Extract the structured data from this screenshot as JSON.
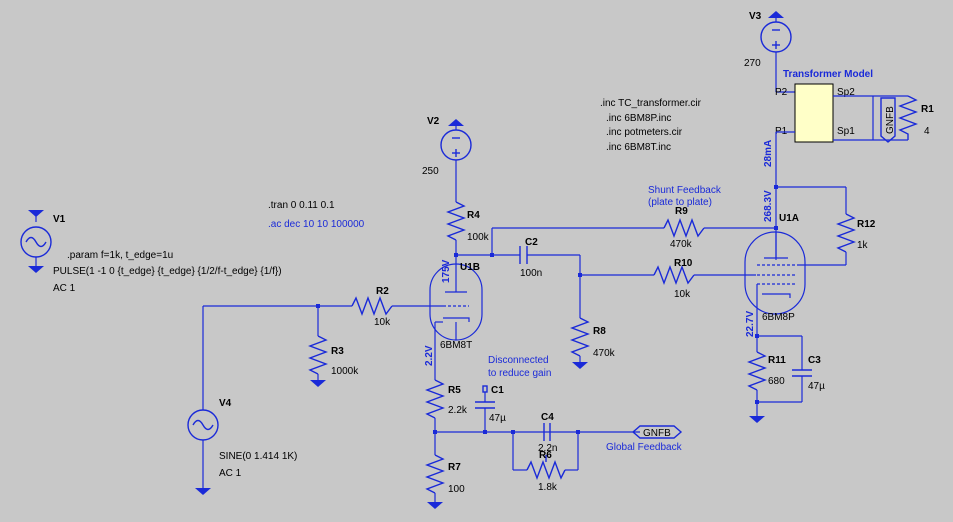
{
  "components": {
    "v1": {
      "name": "V1",
      "value": "PULSE(1 -1 0 {t_edge} {t_edge} {1/2/f-t_edge} {1/f})",
      "ac": "AC 1"
    },
    "v2": {
      "name": "V2",
      "value": "250"
    },
    "v3": {
      "name": "V3",
      "value": "270"
    },
    "v4": {
      "name": "V4",
      "value": "SINE(0 1.414 1K)",
      "ac": "AC 1"
    },
    "r1": {
      "name": "R1",
      "value": "4"
    },
    "r2": {
      "name": "R2",
      "value": "10k"
    },
    "r3": {
      "name": "R3",
      "value": "1000k"
    },
    "r4": {
      "name": "R4",
      "value": "100k"
    },
    "r5": {
      "name": "R5",
      "value": "2.2k"
    },
    "r6": {
      "name": "R6",
      "value": "1.8k"
    },
    "r7": {
      "name": "R7",
      "value": "100"
    },
    "r8": {
      "name": "R8",
      "value": "470k"
    },
    "r9": {
      "name": "R9",
      "value": "470k"
    },
    "r10": {
      "name": "R10",
      "value": "10k"
    },
    "r11": {
      "name": "R11",
      "value": "680"
    },
    "r12": {
      "name": "R12",
      "value": "1k"
    },
    "c1": {
      "name": "C1",
      "value": "47µ"
    },
    "c2": {
      "name": "C2",
      "value": "100n"
    },
    "c3": {
      "name": "C3",
      "value": "47µ"
    },
    "c4": {
      "name": "C4",
      "value": "2.2n"
    },
    "u1a": {
      "name": "U1A",
      "model": "6BM8P"
    },
    "u1b": {
      "name": "U1B",
      "model": "6BM8T"
    }
  },
  "directives": {
    "param": ".param f=1k, t_edge=1u",
    "tran": ".tran 0 0.11 0.1",
    "ac": ".ac dec 10 10 100000",
    "inc1": ".inc TC_transformer.cir",
    "inc2": ".inc 6BM8P.inc",
    "inc3": ".inc potmeters.cir",
    "inc4": ".inc 6BM8T.inc"
  },
  "annotations": {
    "transformer_model": "Transformer Model",
    "shunt_feedback_1": "Shunt Feedback",
    "shunt_feedback_2": "(plate to plate)",
    "disconnected_1": "Disconnected",
    "disconnected_2": "to reduce gain",
    "global_feedback": "Global Feedback"
  },
  "pins": {
    "p2": "P2",
    "p1": "P1",
    "sp2": "Sp2",
    "sp1": "Sp1"
  },
  "net_labels": {
    "gnfb_out": "GNFB",
    "gnfb_spk": "GNFB"
  },
  "voltages": {
    "v_175": "175V",
    "v_2_2": "2.2V",
    "v_268": "268.3V",
    "v_22_7": "22.7V",
    "i_28": "28mA"
  }
}
